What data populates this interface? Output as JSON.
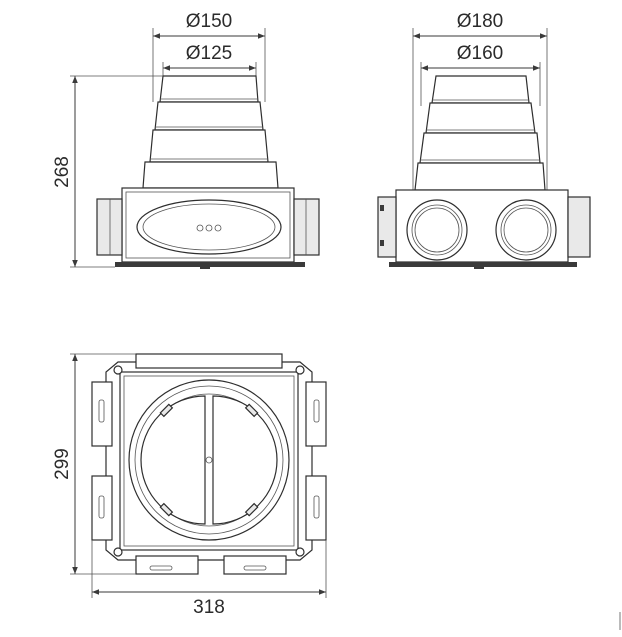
{
  "dimensions": {
    "front_outer_diameter": "Ø150",
    "front_inner_diameter": "Ø125",
    "side_outer_diameter": "Ø180",
    "side_inner_diameter": "Ø160",
    "height": "268",
    "depth": "299",
    "width": "318"
  },
  "colors": {
    "line": "#2e2e2e",
    "fill_light": "#e9e9e9",
    "background": "#ffffff"
  }
}
